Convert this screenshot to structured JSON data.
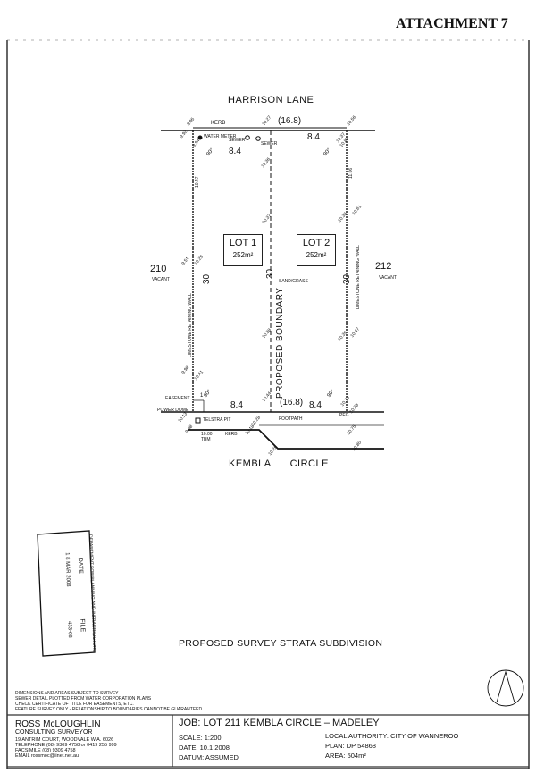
{
  "header": {
    "attachment": "ATTACHMENT 7"
  },
  "streets": {
    "top": "HARRISON LANE",
    "bottom": "KEMBLA CIRCLE"
  },
  "neighbours": [
    {
      "number": "210",
      "status": "VACANT"
    },
    {
      "number": "212",
      "status": "VACANT"
    }
  ],
  "lots": [
    {
      "label": "LOT 1",
      "area": "252m²"
    },
    {
      "label": "LOT 2",
      "area": "252m²"
    }
  ],
  "dimensions": {
    "frontage_total": "(16.8)",
    "frontage_lot": "8.4",
    "depth": "30",
    "angle": "90°",
    "easement_width": "1"
  },
  "features": {
    "kerb": "KERB",
    "water_meter": "WATER METER",
    "sewer": "SEWER",
    "sand_grass": "SAND/GRASS",
    "proposed_boundary": "PROPOSED BOUNDARY",
    "retaining_wall": "LIMESTONE RETAINING WALL",
    "easement": "EASEMENT",
    "power_dome": "POWER DOME",
    "telstra_pit": "TELSTRA PIT",
    "footpath": "FOOTPATH",
    "peg": "PEG",
    "tbm": "10.00 TBM"
  },
  "levels": {
    "top": [
      "9.95",
      "10.27",
      "10.56",
      "9.92",
      "9.94",
      "10.37",
      "10.85",
      "10.36"
    ],
    "sides": [
      "10.47",
      "11.06",
      "10.37",
      "10.36",
      "10.61",
      "9.51",
      "10.29",
      "10.38",
      "10.39",
      "10.47",
      "9.98",
      "10.41"
    ],
    "bottom": [
      "10.44",
      "10.73",
      "10.78",
      "10.13",
      "9.98",
      "10.28",
      "10.18",
      "10.75",
      "10.26",
      "10.80"
    ]
  },
  "stamp": {
    "department": "DEPARTMENT FOR PLANNING AND INFRASTRUCTURE",
    "date_label": "DATE",
    "date": "1 8 MAR 2008",
    "file_label": "FILE",
    "file": "433-08"
  },
  "plan_title": "PROPOSED SURVEY STRATA SUBDIVISION",
  "notes": [
    "DIMENSIONS AND AREAS SUBJECT TO SURVEY",
    "SEWER DETAIL PLOTTED FROM WATER CORPORATION PLANS",
    "CHECK CERTIFICATE OF TITLE FOR EASEMENTS, ETC.",
    "FEATURE SURVEY ONLY - RELATIONSHIP TO BOUNDARIES CANNOT BE GUARANTEED."
  ],
  "surveyor": {
    "name": "ROSS McLOUGHLIN",
    "title": "CONSULTING SURVEYOR",
    "address": "19 ANTRIM COURT, WOODVALE   W.A.   6026",
    "telephone": "TELEPHONE   (08) 9309 4758 or 0419 255 999",
    "facsimile": "FACSIMILE    (08) 9309 4758",
    "email": "EMAIL      rossmoc@iinet.net.au"
  },
  "job": {
    "title": "JOB:  LOT 211 KEMBLA CIRCLE  –  MADELEY",
    "scale": "SCALE:   1:200",
    "date": "DATE:     10.1.2008",
    "datum": "DATUM:  ASSUMED",
    "authority": "LOCAL AUTHORITY: CITY OF WANNEROO",
    "plan": "PLAN: DP 54868",
    "area": "AREA: 504m²"
  }
}
